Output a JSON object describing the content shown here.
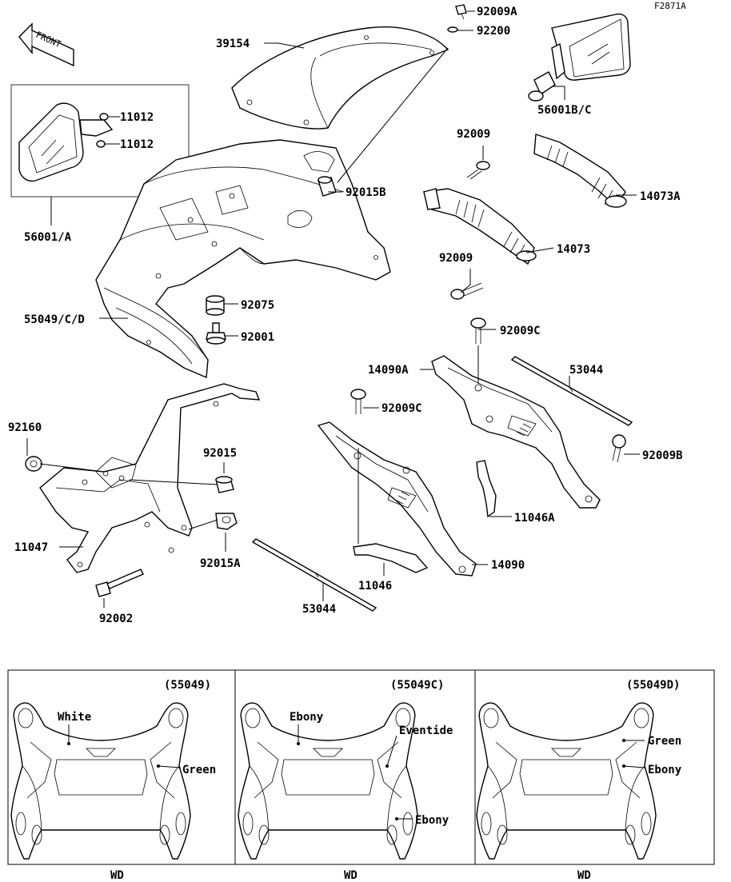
{
  "figure_code": "F2871A",
  "front_label": "FRONT",
  "parts": {
    "p92009A": "92009A",
    "p92200": "92200",
    "p39154": "39154",
    "p56001BC": "56001B/C",
    "p11012a": "11012",
    "p11012b": "11012",
    "p56001A": "56001/A",
    "p92015B": "92015B",
    "p92009a": "92009",
    "p14073A": "14073A",
    "p14073": "14073",
    "p92009b": "92009",
    "p92075": "92075",
    "p55049CD": "55049/C/D",
    "p92001": "92001",
    "p92009C1": "92009C",
    "p14090A": "14090A",
    "p53044a": "53044",
    "p92009C2": "92009C",
    "p92160": "92160",
    "p92015": "92015",
    "p92009B": "92009B",
    "p11046A": "11046A",
    "p11047": "11047",
    "p92015A": "92015A",
    "p14090": "14090",
    "p11046": "11046",
    "p92002": "92002",
    "p53044b": "53044"
  },
  "variants": [
    {
      "code": "(55049)",
      "footer": "WD",
      "colors": [
        "White",
        "Green"
      ]
    },
    {
      "code": "(55049C)",
      "footer": "WD",
      "colors": [
        "Ebony",
        "Eventide",
        "Ebony"
      ]
    },
    {
      "code": "(55049D)",
      "footer": "WD",
      "colors": [
        "Green",
        "Ebony"
      ]
    }
  ]
}
